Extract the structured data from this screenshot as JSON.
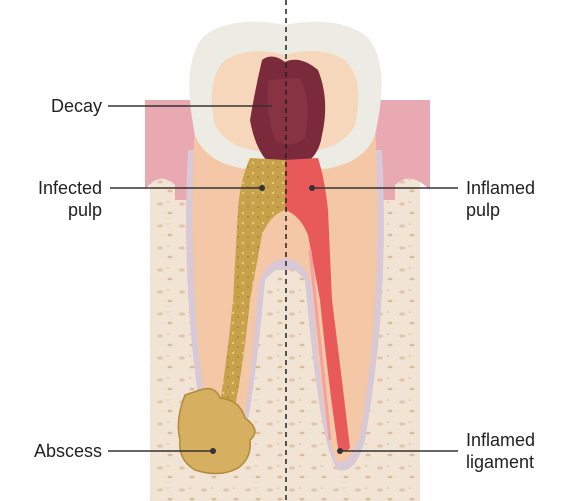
{
  "labels": {
    "decay": "Decay",
    "infected_pulp_line1": "Infected",
    "infected_pulp_line2": "pulp",
    "inflamed_pulp_line1": "Inflamed",
    "inflamed_pulp_line2": "pulp",
    "abscess": "Abscess",
    "inflamed_ligament_line1": "Inflamed",
    "inflamed_ligament_line2": "ligament"
  },
  "colors": {
    "enamel": "#ecebe4",
    "dentin": "#f4c7a6",
    "gum": "#e9a9b2",
    "bone": "#f1e4d4",
    "decay": "#7a2a3a",
    "infected_pulp": "#c8a24a",
    "inflamed_pulp": "#e85a5a",
    "abscess": "#d6b060",
    "leader_line": "#333333"
  }
}
